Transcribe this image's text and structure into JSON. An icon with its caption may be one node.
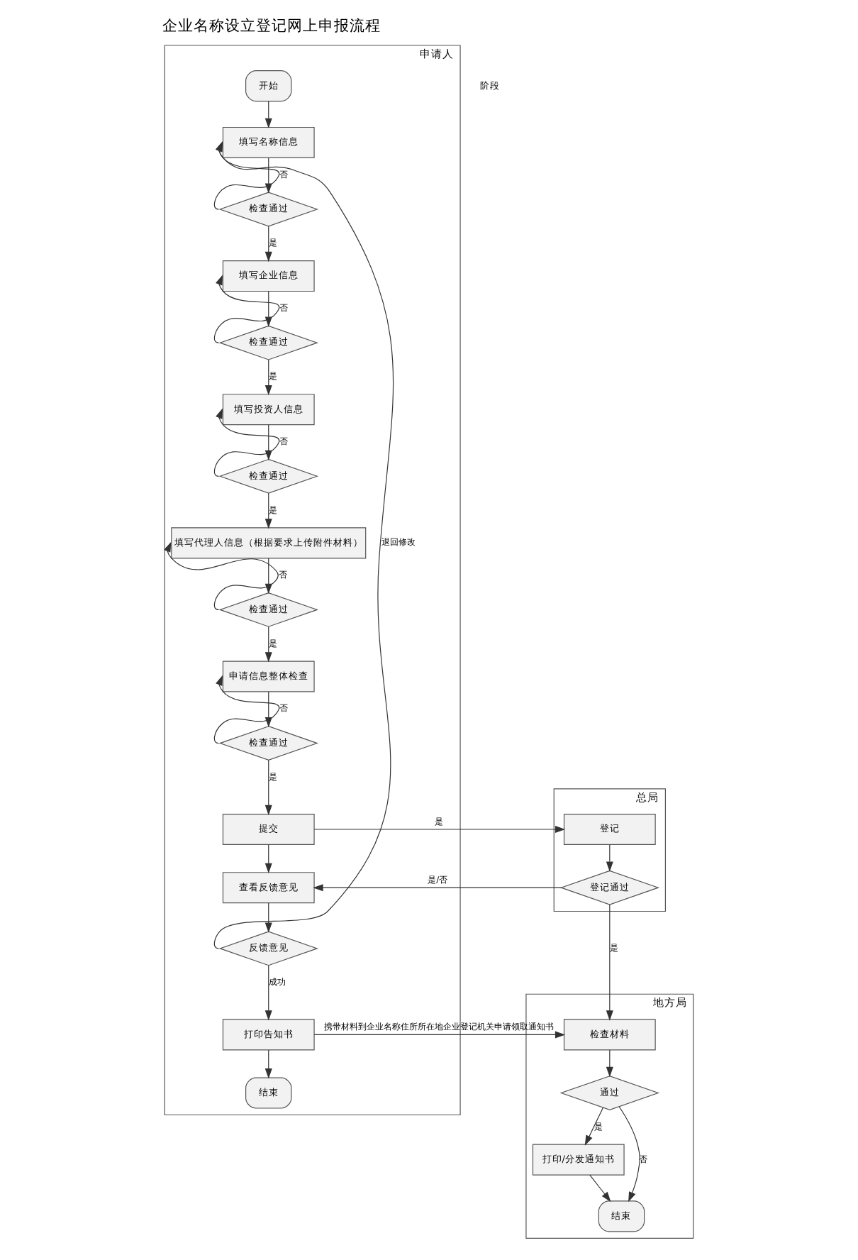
{
  "diagram": {
    "title": "企业名称设立登记网上申报流程",
    "nodes": [
      {
        "text": [
          "申请人"
        ]
      },
      {
        "text": [
          "总局"
        ]
      },
      {
        "text": [
          "地方局"
        ]
      },
      {
        "text": [
          "开始"
        ],
        "in": 0
      },
      {
        "text": [
          "填写名称信息"
        ],
        "in": 0
      },
      {
        "text": [
          "检查通过"
        ],
        "in": 0
      },
      {
        "text": [
          "填写企业信息"
        ],
        "in": 0
      },
      {
        "text": [
          "检查通过"
        ],
        "in": 0
      },
      {
        "text": [
          "填写投资人信息"
        ],
        "in": 0
      },
      {
        "text": [
          "检查通过"
        ],
        "in": 0
      },
      {
        "text": [
          "填写代理人信息（根据要求上传附件材料）"
        ],
        "in": 0
      },
      {
        "text": [
          "检查通过"
        ],
        "in": 0
      },
      {
        "text": [
          "申请信息整体检查"
        ],
        "in": 0
      },
      {
        "text": [
          "检查通过"
        ],
        "in": 0
      },
      {
        "text": [
          "提交"
        ],
        "in": 0
      },
      {
        "text": [
          "查看反馈意见"
        ],
        "in": 0
      },
      {
        "text": [
          "反馈意见"
        ],
        "in": 0
      },
      {
        "text": [
          "打印告知书"
        ],
        "in": 0
      },
      {
        "text": [
          "结束"
        ],
        "in": 0
      },
      {
        "text": [
          "登记"
        ],
        "in": 1
      },
      {
        "text": [
          "登记通过"
        ],
        "in": 1
      },
      {
        "text": [
          "检查材料"
        ],
        "in": 2
      },
      {
        "text": [
          "通过"
        ],
        "in": 2
      },
      {
        "text": [
          "打印/分发通知书"
        ],
        "in": 2
      },
      {
        "text": [
          "结束"
        ],
        "in": 2
      }
    ],
    "edges": [
      {
        "from": 3,
        "to": 4,
        "arrow": "to"
      },
      {
        "from": 4,
        "to": 5,
        "arrow": "to"
      },
      {
        "from": 5,
        "to": 4,
        "arrow": "to",
        "label": "否"
      },
      {
        "from": 5,
        "to": 6,
        "arrow": "to",
        "label": "是"
      },
      {
        "from": 6,
        "to": 7,
        "arrow": "to"
      },
      {
        "from": 7,
        "to": 6,
        "arrow": "to",
        "label": "否"
      },
      {
        "from": 7,
        "to": 8,
        "arrow": "to",
        "label": "是"
      },
      {
        "from": 8,
        "to": 9,
        "arrow": "to"
      },
      {
        "from": 9,
        "to": 8,
        "arrow": "to",
        "label": "否"
      },
      {
        "from": 9,
        "to": 10,
        "arrow": "to",
        "label": "是"
      },
      {
        "from": 10,
        "to": 11,
        "arrow": "to"
      },
      {
        "from": 11,
        "to": 10,
        "arrow": "to",
        "label": "否"
      },
      {
        "from": 11,
        "to": 12,
        "arrow": "to",
        "label": "是"
      },
      {
        "from": 12,
        "to": 13,
        "arrow": "to"
      },
      {
        "from": 13,
        "to": 12,
        "arrow": "to",
        "label": "否"
      },
      {
        "from": 13,
        "to": 14,
        "arrow": "to",
        "label": "是"
      },
      {
        "from": 14,
        "to": 19,
        "arrow": "to",
        "label": "是"
      },
      {
        "from": 14,
        "to": 15,
        "arrow": "to"
      },
      {
        "from": 19,
        "to": 20,
        "arrow": "to"
      },
      {
        "from": 20,
        "to": 15,
        "arrow": "to",
        "label": "是/否"
      },
      {
        "from": 20,
        "to": 21,
        "arrow": "to",
        "label": "是"
      },
      {
        "from": 15,
        "to": 16,
        "arrow": "to"
      },
      {
        "from": 16,
        "to": 4,
        "arrow": "to",
        "label": "退回修改"
      },
      {
        "from": 16,
        "to": 17,
        "arrow": "to",
        "label": "成功"
      },
      {
        "from": 17,
        "to": 18,
        "arrow": "to"
      },
      {
        "from": 17,
        "to": 21,
        "arrow": "to",
        "label": "携带材料到企业名称住所所在地企业登记机关申请领取通知书"
      },
      {
        "from": 21,
        "to": 22,
        "arrow": "to"
      },
      {
        "from": 22,
        "to": 23,
        "arrow": "to",
        "label": "是"
      },
      {
        "from": 22,
        "to": 24,
        "arrow": "to",
        "label": "否"
      },
      {
        "from": 23,
        "to": 24,
        "arrow": "to"
      }
    ],
    "labels": [
      "阶段"
    ]
  }
}
